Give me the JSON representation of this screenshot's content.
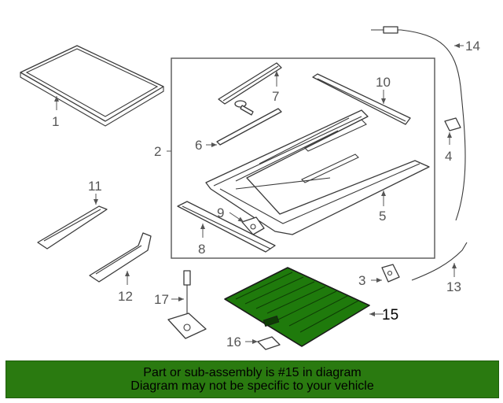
{
  "callouts": {
    "c1": "1",
    "c2": "2",
    "c3": "3",
    "c4": "4",
    "c5": "5",
    "c6": "6",
    "c7": "7",
    "c8": "8",
    "c9": "9",
    "c10": "10",
    "c11": "11",
    "c12": "12",
    "c13": "13",
    "c14": "14",
    "c15": "15",
    "c16": "16",
    "c17": "17"
  },
  "highlight": {
    "part_number": "15",
    "color": "#1f7a0c"
  },
  "banner": {
    "line1": "Part or sub-assembly is #15 in diagram",
    "line2": "Diagram may not be specific to your vehicle",
    "color": "#2a7a10"
  }
}
